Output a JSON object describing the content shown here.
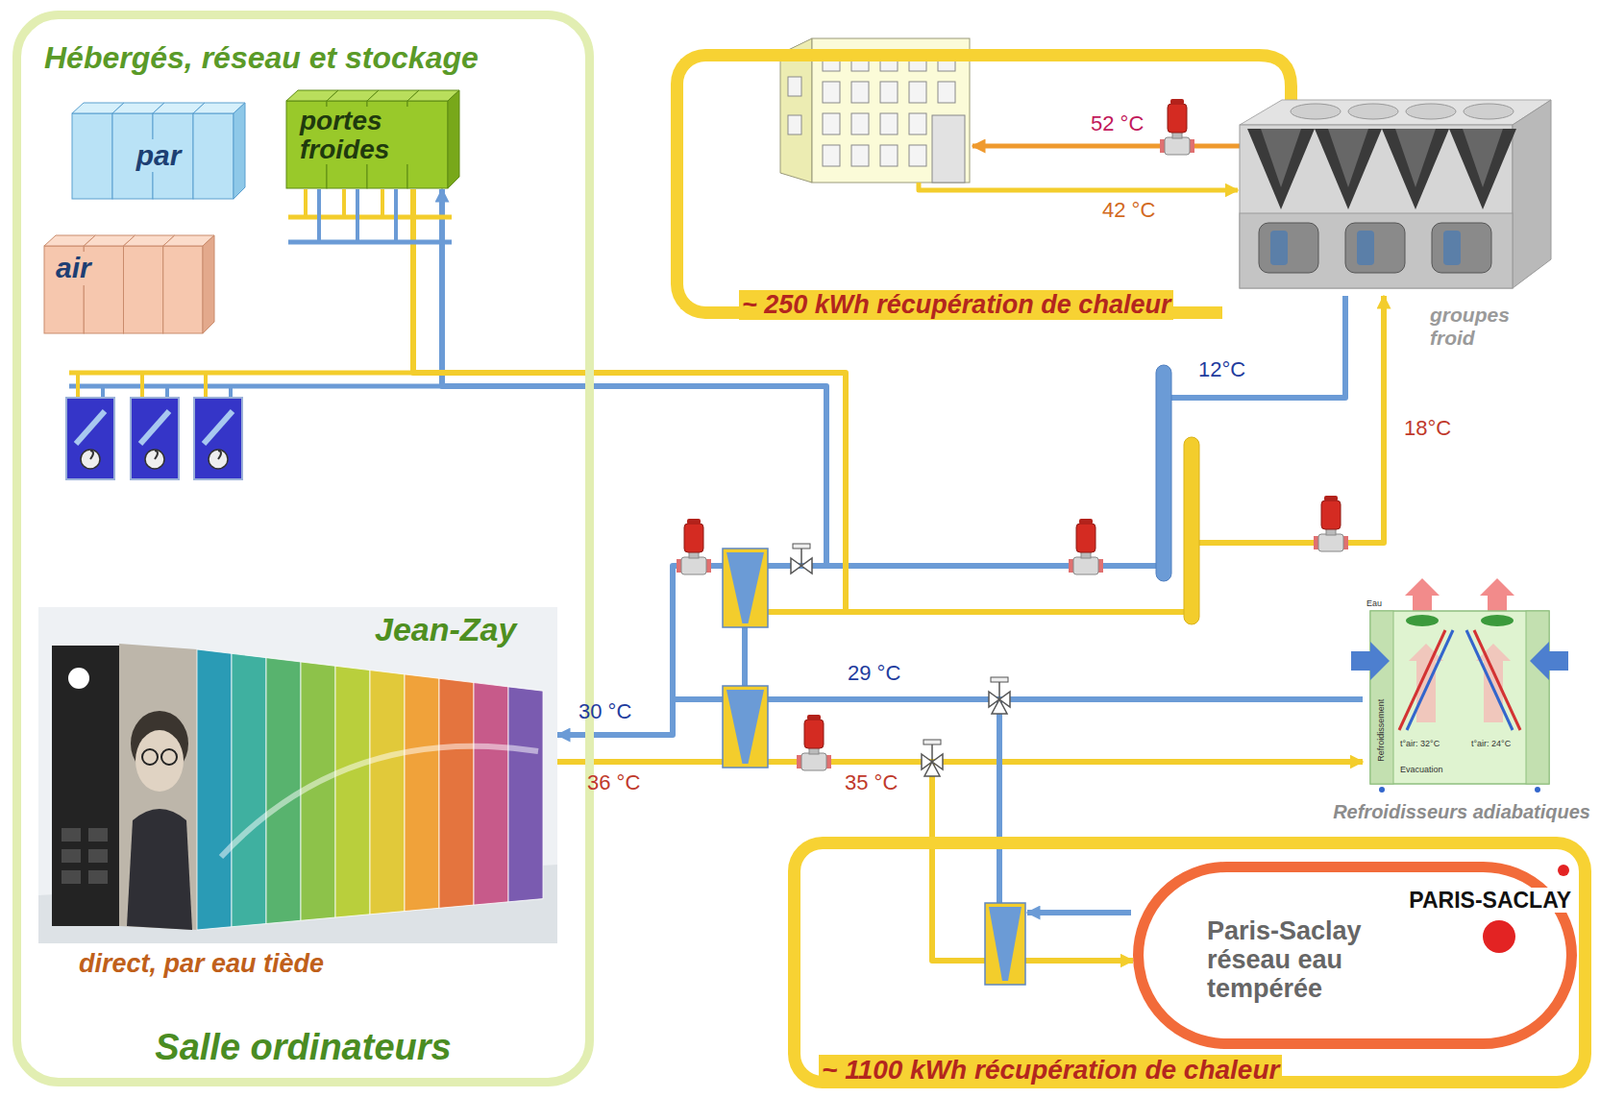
{
  "diagram": {
    "nodes": [
      {
        "text": [
          "Hébergés, réseau et stockage",
          "Salle ordinateurs"
        ]
      },
      {
        "text": [
          "par"
        ],
        "in": 0
      },
      {
        "text": [
          "portes froides"
        ],
        "in": 0
      },
      {
        "text": [
          "air"
        ],
        "in": 0
      },
      {
        "text": [
          "Jean-Zay",
          "direct, par eau tiède"
        ],
        "in": 0
      },
      {
        "text": [
          "~ 250 kWh récupération de chaleur"
        ]
      },
      {
        "text": [
          "groupes froid"
        ]
      },
      {
        "text": [
          "Refroidisseurs adiabatiques"
        ]
      },
      {
        "text": [
          "~ 1100 kWh récupération de chaleur"
        ]
      },
      {
        "text": [
          "Paris-Saclay réseau eau tempérée",
          "PARIS-SACLAY"
        ],
        "in": 8
      }
    ],
    "edges": [
      {
        "from": 6,
        "to": 2,
        "label": "12°C",
        "arrow": "to"
      },
      {
        "from": 2,
        "to": 6,
        "label": "18°C",
        "arrow": "to"
      },
      {
        "from": 4,
        "to": 7,
        "label": "35 °C",
        "arrow": "to"
      },
      {
        "from": 7,
        "to": 4,
        "label": "29 °C",
        "arrow": "to"
      },
      {
        "from": 4,
        "to": 9,
        "arrow": "to"
      }
    ],
    "labels": [
      "52 °C",
      "42 °C",
      "30 °C",
      "36 °C",
      "Eau",
      "Refroidissement",
      "t°air: 32°C",
      "t°air: 24°C",
      "Evacuation"
    ]
  }
}
